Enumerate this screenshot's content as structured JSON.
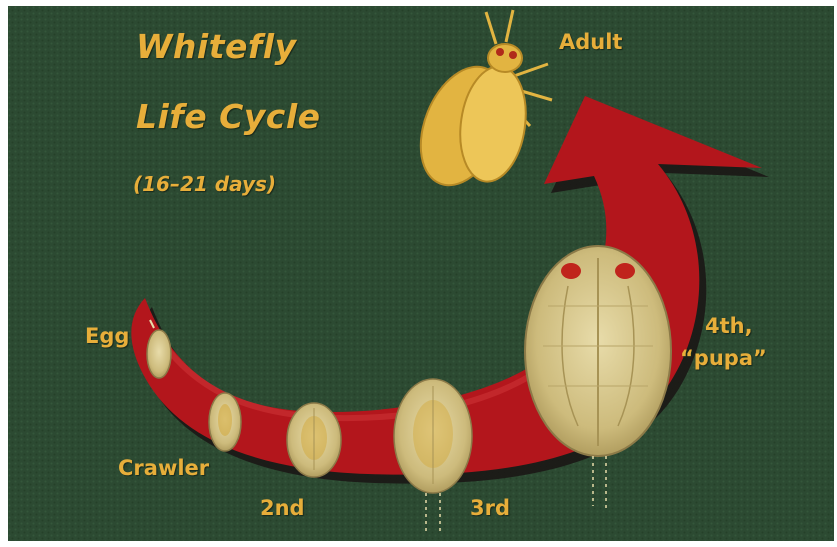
{
  "title_line1": "Whitefly",
  "title_line2": "Life Cycle",
  "duration": "(16–21 days)",
  "stages": {
    "adult": "Adult",
    "egg": "Egg",
    "crawler": "Crawler",
    "second": "2nd",
    "third": "3rd",
    "fourth_line1": "4th,",
    "fourth_line2": "“pupa”"
  },
  "colors": {
    "background": "#2c4a32",
    "text": "#e7ae3a",
    "arrow": "#b3161c",
    "insect": "#e2b441"
  }
}
